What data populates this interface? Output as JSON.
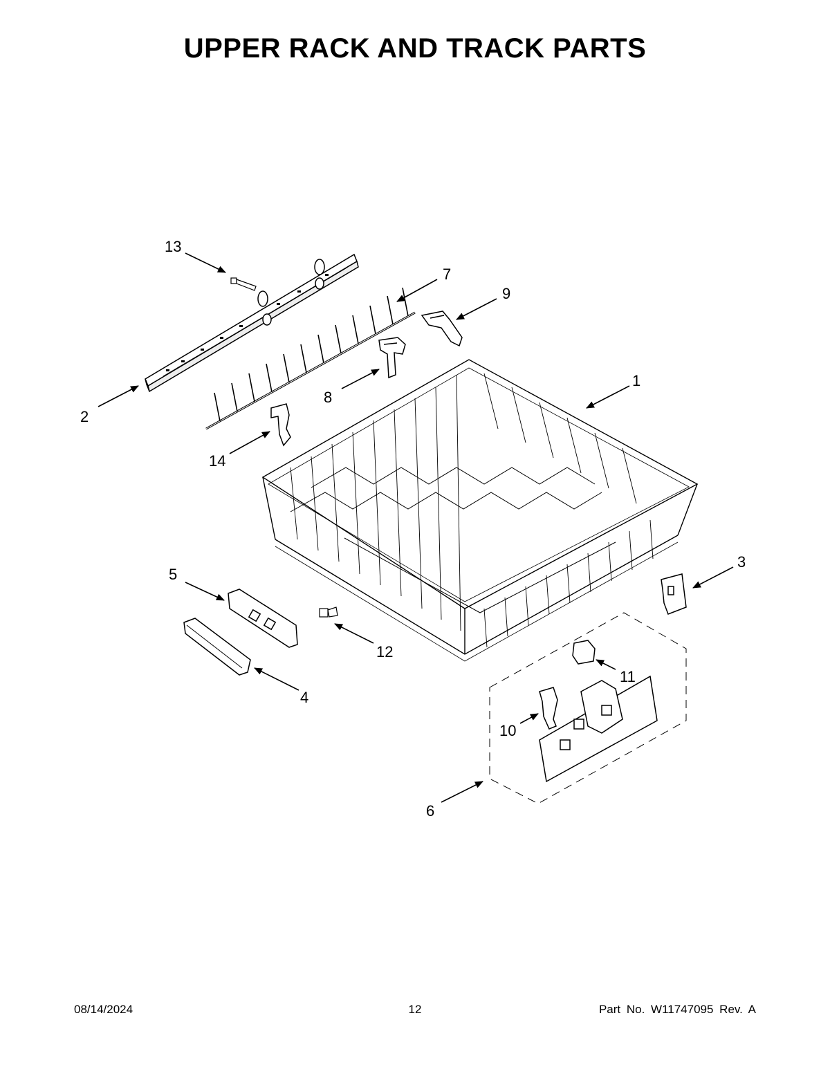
{
  "page": {
    "title": "UPPER RACK AND TRACK PARTS",
    "date": "08/14/2024",
    "page_number": "12",
    "part_info": "Part No.  W11747095  Rev.  A"
  },
  "callouts": [
    "1",
    "2",
    "3",
    "4",
    "5",
    "6",
    "7",
    "8",
    "9",
    "10",
    "11",
    "12",
    "13",
    "14"
  ]
}
